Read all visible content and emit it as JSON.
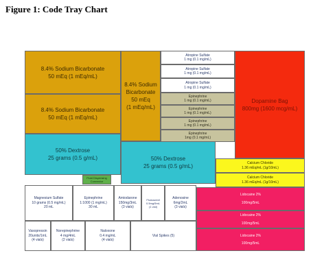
{
  "title": "Figure 1: Code Tray Chart",
  "tray": {
    "bicarb_1": {
      "name": "8.4% Sodium Bicarbonate",
      "dose": "50 mEq (1 mEq/mL)"
    },
    "bicarb_2": {
      "name": "8.4% Sodium Bicarbonate",
      "dose": "50 mEq (1 mEq/mL)"
    },
    "bicarb_3": {
      "line1": "8.4% Sodium",
      "line2": "Bicarbonate",
      "line3": "50 mEq",
      "line4": "(1 mEq/mL)"
    },
    "atropine": [
      {
        "name": "Atropine Sulfate",
        "dose": "1 mg (0.1 mg/mL)"
      },
      {
        "name": "Atropine Sulfate",
        "dose": "1 mg (0.1 mg/mL)"
      },
      {
        "name": "Atropine Sulfate",
        "dose": "1 mg (0.1 mg/mL)"
      }
    ],
    "epinephrine": [
      {
        "name": "Epinephrine",
        "dose": "1 mg (0.1 mg/mL)"
      },
      {
        "name": "Epinephrine",
        "dose": "1 mg (0.1 mg/mL)"
      },
      {
        "name": "Epinephrine",
        "dose": "1 mg (0.1 mg/mL)"
      },
      {
        "name": "Epinephrine",
        "dose": "1mg (0.1 mg/mL)"
      }
    ],
    "dopamine": {
      "name": "Dopamine Bag",
      "dose": "800mg (1600 mcg/mL)"
    },
    "dextrose_1": {
      "name": "50% Dextrose",
      "dose": "25 grams (0.5 g/mL)"
    },
    "dextrose_2": {
      "name": "50% Dextrose",
      "dose": "25 grams (0.5 g/mL)"
    },
    "fluid_connector": {
      "line1": "Fluid Dispensing",
      "line2": "Connector"
    },
    "calcium": [
      {
        "name": "Calcium Chloride",
        "dose": "1.36 mEq/mL (1g/10mL)"
      },
      {
        "name": "Calcium Chloride",
        "dose": "1.36 mEq/mL (1g/10mL)"
      }
    ],
    "lidocaine": [
      {
        "name": "Lidocaine 2%",
        "dose": "100mg/5mL"
      },
      {
        "name": "Lidocaine 2%",
        "dose": "100mg/5mL"
      },
      {
        "name": "Lidocaine 2%",
        "dose": "100mg/5mL"
      }
    ],
    "magnesium": {
      "line1": "Magnesium Sulfate",
      "line2": "10 grams (0.5 mg/mL)",
      "line3": "20 mL"
    },
    "epinephrine_syringe": {
      "line1": "Epinephrine",
      "line2": "1:1000 (1 mg/mL)",
      "line3": "30 mL"
    },
    "amiodarone": {
      "line1": "Amiodarone",
      "line2": "150mg/3mL",
      "line3": "(3 vials)"
    },
    "flumazenil": {
      "line1": "Flumazenil",
      "line2": "0.5mg/5mL",
      "line3": "(1 vial)"
    },
    "adenosine": {
      "line1": "Adenosine",
      "line2": "6mg/2mL",
      "line3": "(3 vials)"
    },
    "vasopressin": {
      "line1": "Vasopressin",
      "line2": "20units/1mL",
      "line3": "(4 vials)"
    },
    "norepinephrine": {
      "line1": "Norepinephrine",
      "line2": "4 mg/4mL",
      "line3": "(2 vials)"
    },
    "naloxone": {
      "line1": "Naloxone",
      "line2": "0.4 mg/mL",
      "line3": "(4 vials)"
    },
    "vial_spikes": {
      "line1": "Vial Spikes (5)"
    }
  },
  "colors": {
    "bicarbonate": "#dba10c",
    "dextrose": "#33c2cf",
    "atropine_epinephrine": "#c7c39e",
    "dopamine": "#f42a0e",
    "calcium": "#fbf71d",
    "lidocaine": "#f21f63",
    "fluid_connector": "#5fb04a",
    "small_vials": "#ffffff"
  }
}
